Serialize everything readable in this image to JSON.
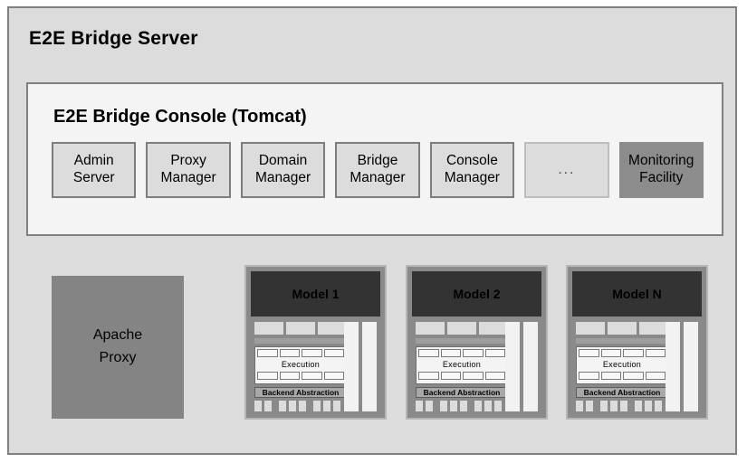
{
  "server": {
    "title": "E2E Bridge Server"
  },
  "console": {
    "title": "E2E Bridge Console (Tomcat)",
    "modules": [
      {
        "name": "admin-server",
        "lines": [
          "Admin",
          "Server"
        ],
        "style": "normal"
      },
      {
        "name": "proxy-manager",
        "lines": [
          "Proxy",
          "Manager"
        ],
        "style": "normal"
      },
      {
        "name": "domain-manager",
        "lines": [
          "Domain",
          "Manager"
        ],
        "style": "normal"
      },
      {
        "name": "bridge-manager",
        "lines": [
          "Bridge",
          "Manager"
        ],
        "style": "normal"
      },
      {
        "name": "console-manager",
        "lines": [
          "Console",
          "Manager"
        ],
        "style": "normal"
      },
      {
        "name": "more-modules",
        "lines": [
          "..."
        ],
        "style": "ellipsis"
      },
      {
        "name": "monitoring-facility",
        "lines": [
          "Monitoring",
          "Facility"
        ],
        "style": "highlight"
      }
    ]
  },
  "apache_proxy": {
    "lines": [
      "Apache",
      "Proxy"
    ]
  },
  "models": [
    {
      "name": "model-1",
      "title": "Model 1",
      "stack_top_cells": 3,
      "exec_top_cells": 4,
      "exec_label": "Execution",
      "exec_bottom_cells": 4,
      "backend_label": "Backend Abstraction",
      "bottom_bar_groups": [
        2,
        3,
        3
      ],
      "pillars": 2
    },
    {
      "name": "model-2",
      "title": "Model 2",
      "stack_top_cells": 3,
      "exec_top_cells": 4,
      "exec_label": "Execution",
      "exec_bottom_cells": 4,
      "backend_label": "Backend Abstraction",
      "bottom_bar_groups": [
        2,
        3,
        3
      ],
      "pillars": 2
    },
    {
      "name": "model-n",
      "title": "Model N",
      "stack_top_cells": 3,
      "exec_top_cells": 4,
      "exec_label": "Execution",
      "exec_bottom_cells": 4,
      "backend_label": "Backend Abstraction",
      "bottom_bar_groups": [
        2,
        3,
        3
      ],
      "pillars": 2
    }
  ],
  "colors": {
    "server_background": "#dcdcdc",
    "server_border": "#808080",
    "console_background": "#f4f4f4",
    "module_background": "#dcdcdc",
    "module_highlight": "#8c8c8c",
    "apache_proxy": "#848484",
    "model_frame": "#8a8a8a",
    "model_header": "#333333",
    "backend_bar": "#a8a8a8"
  }
}
